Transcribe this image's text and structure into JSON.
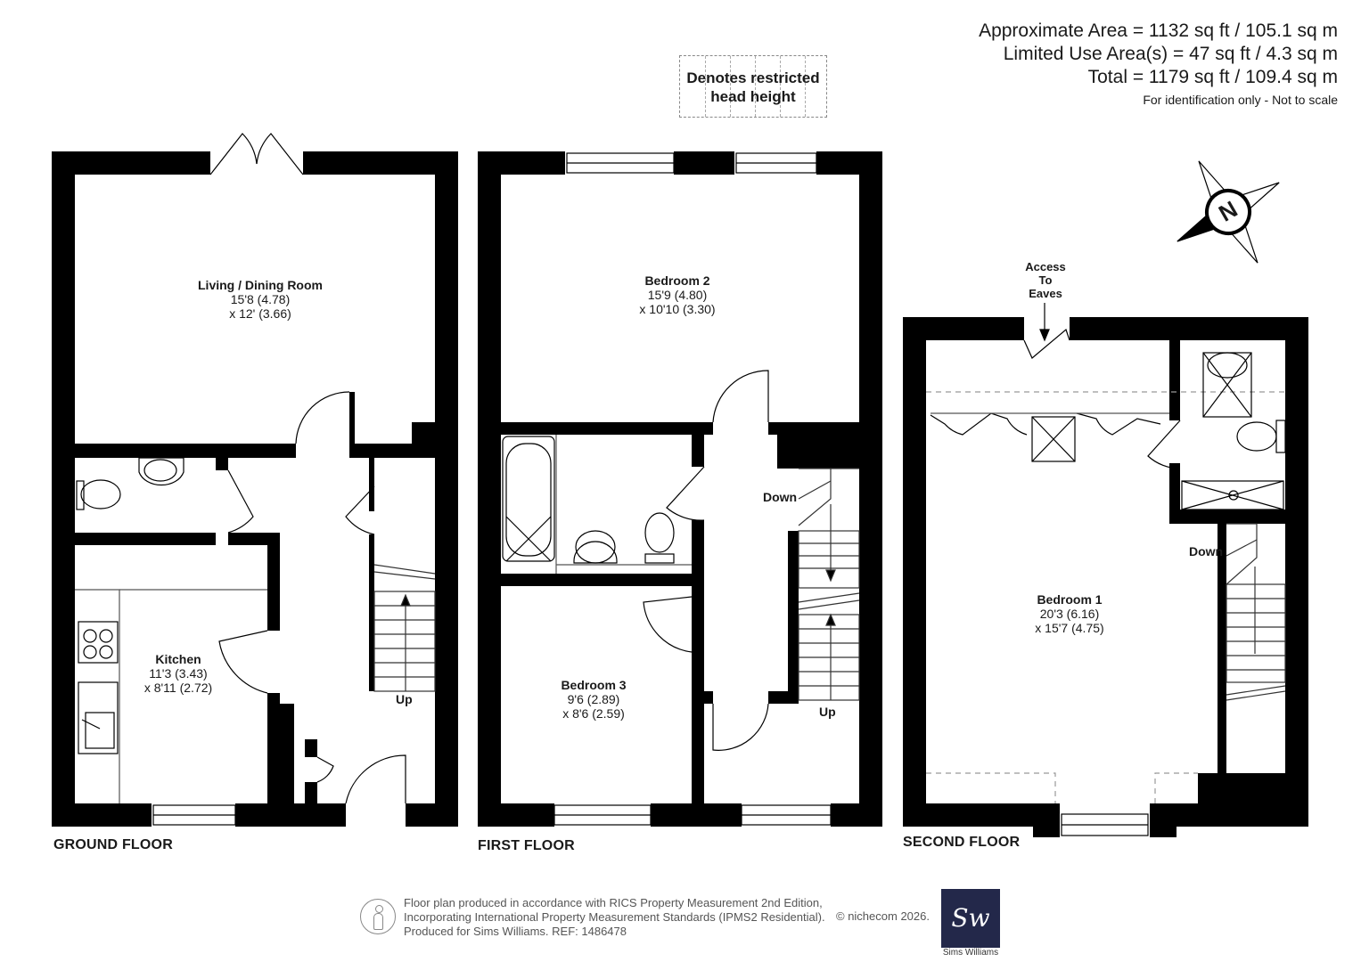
{
  "areas": {
    "approximate": "Approximate Area = 1132 sq ft / 105.1 sq m",
    "limited": "Limited Use Area(s) = 47 sq ft / 4.3 sq m",
    "total": "Total = 1179 sq ft / 109.4 sq m",
    "note": "For identification only - Not to scale"
  },
  "legend": {
    "line1": "Denotes restricted",
    "line2": "head height"
  },
  "floors": {
    "ground": "GROUND FLOOR",
    "first": "FIRST FLOOR",
    "second": "SECOND FLOOR"
  },
  "rooms": {
    "living": {
      "name": "Living / Dining Room",
      "dim1": "15'8 (4.78)",
      "dim2": "x 12' (3.66)"
    },
    "kitchen": {
      "name": "Kitchen",
      "dim1": "11'3 (3.43)",
      "dim2": "x 8'11 (2.72)"
    },
    "bedroom2": {
      "name": "Bedroom 2",
      "dim1": "15'9 (4.80)",
      "dim2": "x 10'10 (3.30)"
    },
    "bedroom3": {
      "name": "Bedroom 3",
      "dim1": "9'6 (2.89)",
      "dim2": "x 8'6 (2.59)"
    },
    "bedroom1": {
      "name": "Bedroom 1",
      "dim1": "20'3 (6.16)",
      "dim2": "x 15'7 (4.75)"
    }
  },
  "stair_labels": {
    "up": "Up",
    "down": "Down"
  },
  "eaves": {
    "line1": "Access",
    "line2": "To",
    "line3": "Eaves"
  },
  "compass": {
    "letter": "N"
  },
  "footer": {
    "line1": "Floor plan produced in accordance with RICS Property Measurement 2nd Edition,",
    "line2": "Incorporating International Property Measurement Standards (IPMS2 Residential).",
    "line3": "Produced for Sims Williams.   REF: 1486478",
    "copyright": "© nichecom 2026."
  },
  "logo": {
    "mark": "Sw",
    "name": "Sims Williams"
  },
  "icons": [
    "compass-icon",
    "person-icon",
    "door-swing-icon",
    "window-icon",
    "toilet-icon",
    "basin-icon",
    "bath-icon",
    "shower-icon",
    "hob-icon",
    "sink-icon",
    "stair-arrow-icon"
  ],
  "colors": {
    "wall": "#000000",
    "fixture": "#555555",
    "legend_border": "#888888",
    "logo_bg": "#23284a"
  }
}
